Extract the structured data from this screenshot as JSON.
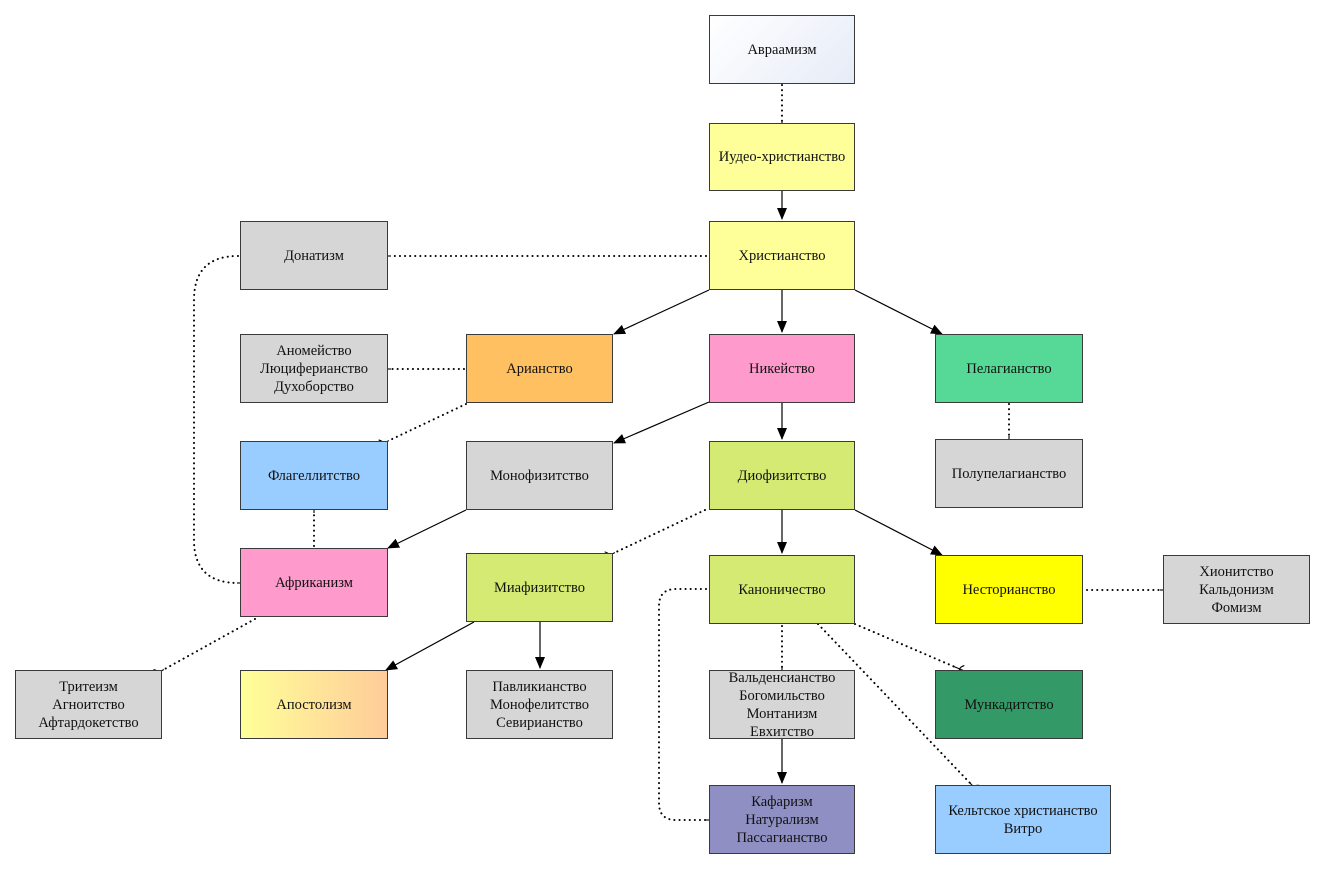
{
  "colors": {
    "gray": "#d6d6d6",
    "yellow": "#ffff99",
    "orange": "#ffc061",
    "pink": "#ff9acd",
    "teal": "#56d896",
    "blue": "#99ccff",
    "lime": "#d5ea72",
    "bright_yellow": "#ffff00",
    "dark_green": "#339966",
    "purple": "#8f8fc3",
    "avraamizm_gradient": [
      "#ffffff",
      "#e6ecf7"
    ],
    "apostol_gradient": [
      "#ffff99",
      "#ffcc99"
    ]
  },
  "nodes": {
    "avraamizm": "Авраамизм",
    "iudeo": "Иудео-христианство",
    "hrist": "Христианство",
    "donat": "Донатизм",
    "anomei": "Аномейство\nЛюциферианство\nДухоборство",
    "arian": "Арианство",
    "nikei": "Никейство",
    "pelag": "Пелагианство",
    "flagel": "Флагеллитство",
    "monofiz": "Монофизитство",
    "diofiz": "Диофизитство",
    "polupelag": "Полупелагианство",
    "afrik": "Африканизм",
    "miafiz": "Миафизитство",
    "kanon": "Каноничество",
    "nestor": "Несторианство",
    "hionit": "Хионитство\nКальдонизм\nФомизм",
    "triteizm": "Тритеизм\nАгноитство\nАфтардокетство",
    "apostol": "Апостолизм",
    "pavlik": "Павликианство\nМонофелитство\nСевирианство",
    "valden": "Вальденсианство\nБогомильство\nМонтанизм\nЕвхитство",
    "munkad": "Мункадитство",
    "kafar": "Кафаризм\nНатурализм\nПассагианство",
    "kelt": "Кельтское христианство\nВитро"
  },
  "edges": [
    {
      "from": "avraamizm",
      "to": "iudeo",
      "style": "dotted"
    },
    {
      "from": "iudeo",
      "to": "hrist",
      "style": "solid"
    },
    {
      "from": "hrist",
      "to": "donat",
      "style": "dotted"
    },
    {
      "from": "hrist",
      "to": "arian",
      "style": "solid"
    },
    {
      "from": "hrist",
      "to": "nikei",
      "style": "solid"
    },
    {
      "from": "hrist",
      "to": "pelag",
      "style": "solid"
    },
    {
      "from": "arian",
      "to": "anomei",
      "style": "dotted"
    },
    {
      "from": "arian",
      "to": "flagel",
      "style": "dotted"
    },
    {
      "from": "donat",
      "to": "afrik",
      "style": "dotted"
    },
    {
      "from": "afrik",
      "to": "flagel",
      "style": "dotted"
    },
    {
      "from": "afrik",
      "to": "triteizm",
      "style": "dotted"
    },
    {
      "from": "nikei",
      "to": "monofiz",
      "style": "solid"
    },
    {
      "from": "nikei",
      "to": "diofiz",
      "style": "solid"
    },
    {
      "from": "monofiz",
      "to": "afrik",
      "style": "solid"
    },
    {
      "from": "pelag",
      "to": "polupelag",
      "style": "dotted"
    },
    {
      "from": "diofiz",
      "to": "miafiz",
      "style": "dotted"
    },
    {
      "from": "diofiz",
      "to": "kanon",
      "style": "solid"
    },
    {
      "from": "diofiz",
      "to": "nestor",
      "style": "solid"
    },
    {
      "from": "miafiz",
      "to": "apostol",
      "style": "solid"
    },
    {
      "from": "miafiz",
      "to": "pavlik",
      "style": "solid"
    },
    {
      "from": "nestor",
      "to": "hionit",
      "style": "dotted"
    },
    {
      "from": "kanon",
      "to": "valden",
      "style": "dotted"
    },
    {
      "from": "kanon",
      "to": "munkad",
      "style": "dotted"
    },
    {
      "from": "kanon",
      "to": "kelt",
      "style": "dotted"
    },
    {
      "from": "kanon",
      "to": "kafar",
      "style": "dotted"
    },
    {
      "from": "valden",
      "to": "kafar",
      "style": "solid"
    }
  ]
}
